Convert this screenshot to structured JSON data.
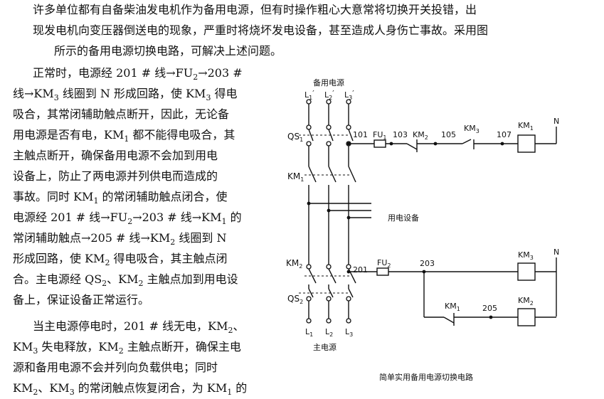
{
  "lines": [
    {
      "parts": [
        "许多单位都有自备柴油发电机作为备用电源，但有时操作粗心大意常将切换开关投错，出"
      ]
    },
    {
      "parts": [
        "现发电机向变压器倒送电的现象，严重时将烧坏发电设备，甚至造成人身伤亡事故。采用图"
      ]
    },
    {
      "parts": [
        "所示的备用电源切换电路，可解决上述问题。"
      ]
    },
    {
      "parts": [
        "正常时，电源经 201 # 线→FU",
        {
          "sub": "2"
        },
        "→203 #"
      ]
    },
    {
      "parts": [
        "线→KM",
        {
          "sub": "3"
        },
        " 线圈到 N 形成回路，使 KM",
        {
          "sub": "3"
        },
        " 得电"
      ]
    },
    {
      "parts": [
        "吸合，其常闭辅助触点断开，因此，无论备"
      ]
    },
    {
      "parts": [
        "用电源是否有电，KM",
        {
          "sub": "1"
        },
        " 都不能得电吸合，其"
      ]
    },
    {
      "parts": [
        "主触点断开，确保备用电源不会加到用电"
      ]
    },
    {
      "parts": [
        "设备上，防止了两电源并列供电而造成的"
      ]
    },
    {
      "parts": [
        "事故。同时 KM",
        {
          "sub": "1"
        },
        " 的常闭辅助触点闭合，使"
      ]
    },
    {
      "parts": [
        "电源经 201 # 线→FU",
        {
          "sub": "2"
        },
        "→203 # 线→KM",
        {
          "sub": "1"
        },
        " 的"
      ]
    },
    {
      "parts": [
        "常闭辅助触点→205 # 线→KM",
        {
          "sub": "2"
        },
        " 线圈到 N"
      ]
    },
    {
      "parts": [
        "形成回路，使 KM",
        {
          "sub": "2"
        },
        " 得电吸合，其主触点闭"
      ]
    },
    {
      "parts": [
        "合。主电源经 QS",
        {
          "sub": "2"
        },
        "、KM",
        {
          "sub": "2"
        },
        " 主触点加到用电设"
      ]
    },
    {
      "parts": [
        "备上，保证设备正常运行。"
      ]
    },
    {
      "parts": [
        "当主电源停电时，201 # 线无电，KM",
        {
          "sub": "2"
        },
        "、"
      ]
    },
    {
      "parts": [
        "KM",
        {
          "sub": "3"
        },
        " 失电释放，KM",
        {
          "sub": "2"
        },
        " 主触点断开，确保主电"
      ]
    },
    {
      "parts": [
        "源和备用电源不会并列向负载供电；同时"
      ]
    },
    {
      "parts": [
        "KM",
        {
          "sub": "2"
        },
        "、KM",
        {
          "sub": "3"
        },
        " 的常闭触点恢复闭合，为 KM",
        {
          "sub": "1"
        },
        " 的"
      ]
    }
  ],
  "diagram": {
    "title_backup": "备用电源",
    "backup_phases": [
      {
        "base": "L",
        "sub": "1",
        "mark": "′"
      },
      {
        "base": "L",
        "sub": "2",
        "mark": "′"
      },
      {
        "base": "L",
        "sub": "3",
        "mark": "′"
      }
    ],
    "qs1": {
      "base": "QS",
      "sub": "1"
    },
    "km1_main": {
      "base": "KM",
      "sub": "1"
    },
    "top_wires": [
      "101",
      "103",
      "105",
      "107"
    ],
    "fu1": {
      "base": "FU",
      "sub": "1"
    },
    "km2_nc": {
      "base": "KM",
      "sub": "2"
    },
    "km3_nc": {
      "base": "KM",
      "sub": "3"
    },
    "km1_coil": {
      "base": "KM",
      "sub": "1"
    },
    "neutral_top": "N",
    "load_label": "用电设备",
    "km2_main": {
      "base": "KM",
      "sub": "2"
    },
    "bottom_wires": [
      "201",
      "203",
      "205"
    ],
    "fu2": {
      "base": "FU",
      "sub": "2"
    },
    "km3_coil": {
      "base": "KM",
      "sub": "3"
    },
    "neutral_bottom": "N",
    "km2_coil": {
      "base": "KM",
      "sub": "2"
    },
    "km1_nc": {
      "base": "KM",
      "sub": "1"
    },
    "qs2": {
      "base": "QS",
      "sub": "2"
    },
    "main_phases": [
      {
        "base": "L",
        "sub": "1"
      },
      {
        "base": "L",
        "sub": "2"
      },
      {
        "base": "L",
        "sub": "3"
      }
    ],
    "title_main": "主电源",
    "caption": "简单实用备用电源切换电路"
  }
}
